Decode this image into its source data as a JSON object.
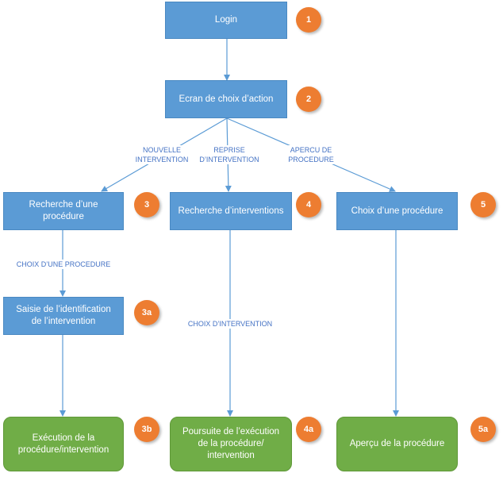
{
  "nodes": {
    "login": "Login",
    "choix_action": "Ecran de choix d’action",
    "recherche_procedure": "Recherche d’une procédure",
    "recherche_interventions": "Recherche d’interventions",
    "choix_procedure": "Choix d’une procédure",
    "saisie_identification": "Saisie de l’identification de l’intervention",
    "execution": "Exécution de la procédure/intervention",
    "poursuite": "Poursuite de l’exécution de la procédure/ intervention",
    "apercu": "Aperçu de la procédure"
  },
  "badges": {
    "b1": "1",
    "b2": "2",
    "b3": "3",
    "b4": "4",
    "b5": "5",
    "b3a": "3a",
    "b3b": "3b",
    "b4a": "4a",
    "b5a": "5a"
  },
  "edge_labels": {
    "nouvelle_intervention": "NOUVELLE\nINTERVENTION",
    "reprise_intervention": "REPRISE\nD’INTERVENTION",
    "apercu_procedure": "APERCU DE\nPROCEDURE",
    "choix_une_procedure": "CHOIX D’UNE PROCEDURE",
    "choix_intervention": "CHOIX D’INTERVENTION"
  },
  "colors": {
    "node_blue": "#5b9bd5",
    "node_green": "#70ad47",
    "badge_orange": "#ed7d31",
    "edge": "#5b9bd5",
    "edge_label": "#4472c4"
  }
}
